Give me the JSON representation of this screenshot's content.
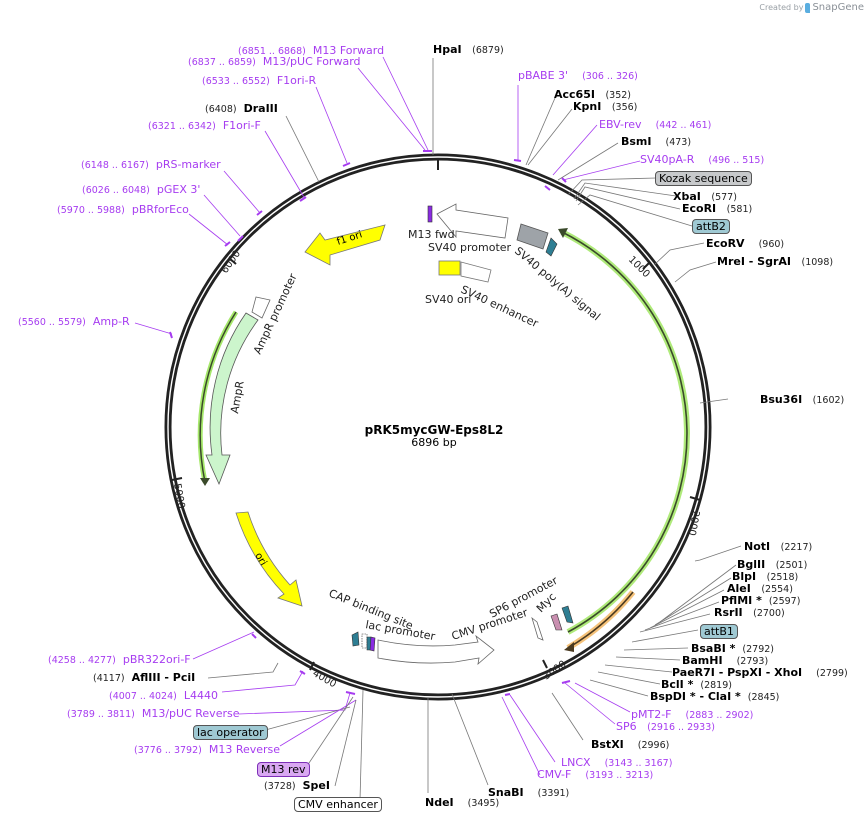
{
  "credit": {
    "prefix": "Created by",
    "brand": "SnapGene"
  },
  "plasmid": {
    "name": "pRK5mycGW-Eps8L2",
    "length": "6896 bp"
  },
  "ticks": [
    "1000",
    "2000",
    "3000",
    "4000",
    "5000",
    "6000"
  ],
  "colors": {
    "backbone": "#222222",
    "primer": "#a63cf0",
    "f1ori": "#ffff00",
    "ori": "#ffff00",
    "ampR": "#ccf5cc",
    "orf_green_glow": "#a6e86b",
    "orf_orange_glow": "#f5c27a",
    "polyA": "#9ea3a8",
    "attB": "#2e7e93",
    "myc": "#c98fb0",
    "m13": "#8a2be2"
  },
  "left_labels": [
    {
      "pos": "(6851 .. 6868)",
      "name": "M13 Forward",
      "type": "primer"
    },
    {
      "pos": "(6837 .. 6859)",
      "name": "M13/pUC Forward",
      "type": "primer"
    },
    {
      "pos": "(6533 .. 6552)",
      "name": "F1ori-R",
      "type": "primer"
    },
    {
      "pos": "(6408)",
      "name": "DraIII",
      "type": "enzyme"
    },
    {
      "pos": "(6321 .. 6342)",
      "name": "F1ori-F",
      "type": "primer"
    },
    {
      "pos": "(6148 .. 6167)",
      "name": "pRS-marker",
      "type": "primer"
    },
    {
      "pos": "(6026 .. 6048)",
      "name": "pGEX 3'",
      "type": "primer"
    },
    {
      "pos": "(5970 .. 5988)",
      "name": "pBRforEco",
      "type": "primer"
    },
    {
      "pos": "(5560 .. 5579)",
      "name": "Amp-R",
      "type": "primer"
    },
    {
      "pos": "(4258 .. 4277)",
      "name": "pBR322ori-F",
      "type": "primer"
    },
    {
      "pos": "(4117)",
      "name": "AflIII  - PciI",
      "type": "enzyme"
    },
    {
      "pos": "(4007 .. 4024)",
      "name": "L4440",
      "type": "primer"
    },
    {
      "pos": "(3789 .. 3811)",
      "name": "M13/pUC Reverse",
      "type": "primer"
    },
    {
      "pos": "",
      "name": "lac operator",
      "type": "box-teal"
    },
    {
      "pos": "(3776 .. 3792)",
      "name": "M13 Reverse",
      "type": "primer"
    },
    {
      "pos": "",
      "name": "M13 rev",
      "type": "box-purple"
    },
    {
      "pos": "(3728)",
      "name": "SpeI",
      "type": "enzyme"
    },
    {
      "pos": "",
      "name": "CMV enhancer",
      "type": "box-white"
    }
  ],
  "top_labels": [
    {
      "name": "HpaI",
      "pos": "(6879)",
      "type": "enzyme"
    }
  ],
  "right_labels": [
    {
      "name": "pBABE 3'",
      "pos": "(306 .. 326)",
      "type": "primer"
    },
    {
      "name": "Acc65I",
      "pos": "(352)",
      "type": "enzyme"
    },
    {
      "name": "KpnI",
      "pos": "(356)",
      "type": "enzyme"
    },
    {
      "name": "EBV-rev",
      "pos": "(442 .. 461)",
      "type": "primer"
    },
    {
      "name": "BsmI",
      "pos": "(473)",
      "type": "enzyme"
    },
    {
      "name": "SV40pA-R",
      "pos": "(496 .. 515)",
      "type": "primer"
    },
    {
      "name": "Kozak sequence",
      "pos": "",
      "type": "box-gray"
    },
    {
      "name": "XbaI",
      "pos": "(577)",
      "type": "enzyme"
    },
    {
      "name": "EcoRI",
      "pos": "(581)",
      "type": "enzyme"
    },
    {
      "name": "attB2",
      "pos": "",
      "type": "box-teal"
    },
    {
      "name": "EcoRV",
      "pos": "(960)",
      "type": "enzyme"
    },
    {
      "name": "MreI  - SgrAI",
      "pos": "(1098)",
      "type": "enzyme"
    },
    {
      "name": "Bsu36I",
      "pos": "(1602)",
      "type": "enzyme"
    },
    {
      "name": "NotI",
      "pos": "(2217)",
      "type": "enzyme"
    },
    {
      "name": "BglII",
      "pos": "(2501)",
      "type": "enzyme"
    },
    {
      "name": "BlpI",
      "pos": "(2518)",
      "type": "enzyme"
    },
    {
      "name": "AleI",
      "pos": "(2554)",
      "type": "enzyme"
    },
    {
      "name": "PflMI *",
      "pos": "(2597)",
      "type": "enzyme"
    },
    {
      "name": "RsrII",
      "pos": "(2700)",
      "type": "enzyme"
    },
    {
      "name": "attB1",
      "pos": "",
      "type": "box-teal"
    },
    {
      "name": "BsaBI *",
      "pos": "(2792)",
      "type": "enzyme"
    },
    {
      "name": "BamHI",
      "pos": "(2793)",
      "type": "enzyme"
    },
    {
      "name": "PaeR7I  - PspXI  - XhoI",
      "pos": "(2799)",
      "type": "enzyme"
    },
    {
      "name": "BclI *",
      "pos": "(2819)",
      "type": "enzyme"
    },
    {
      "name": "BspDI *  - ClaI *",
      "pos": "(2845)",
      "type": "enzyme"
    },
    {
      "name": "pMT2-F",
      "pos": "(2883 .. 2902)",
      "type": "primer"
    },
    {
      "name": "SP6",
      "pos": "(2916 .. 2933)",
      "type": "primer"
    },
    {
      "name": "BstXI",
      "pos": "(2996)",
      "type": "enzyme"
    },
    {
      "name": "LNCX",
      "pos": "(3143 .. 3167)",
      "type": "primer"
    },
    {
      "name": "CMV-F",
      "pos": "(3193 .. 3213)",
      "type": "primer"
    },
    {
      "name": "SnaBI",
      "pos": "(3391)",
      "type": "enzyme"
    },
    {
      "name": "NdeI",
      "pos": "(3495)",
      "type": "enzyme"
    }
  ],
  "features": [
    {
      "name": "f1 ori"
    },
    {
      "name": "ori"
    },
    {
      "name": "AmpR"
    },
    {
      "name": "AmpR promoter"
    },
    {
      "name": "M13 fwd"
    },
    {
      "name": "SV40 promoter"
    },
    {
      "name": "SV40 enhancer"
    },
    {
      "name": "SV40 ori"
    },
    {
      "name": "SV40 poly(A) signal"
    },
    {
      "name": "CAP binding site"
    },
    {
      "name": "lac promoter"
    },
    {
      "name": "CMV promoter"
    },
    {
      "name": "SP6 promoter"
    },
    {
      "name": "Myc"
    }
  ]
}
